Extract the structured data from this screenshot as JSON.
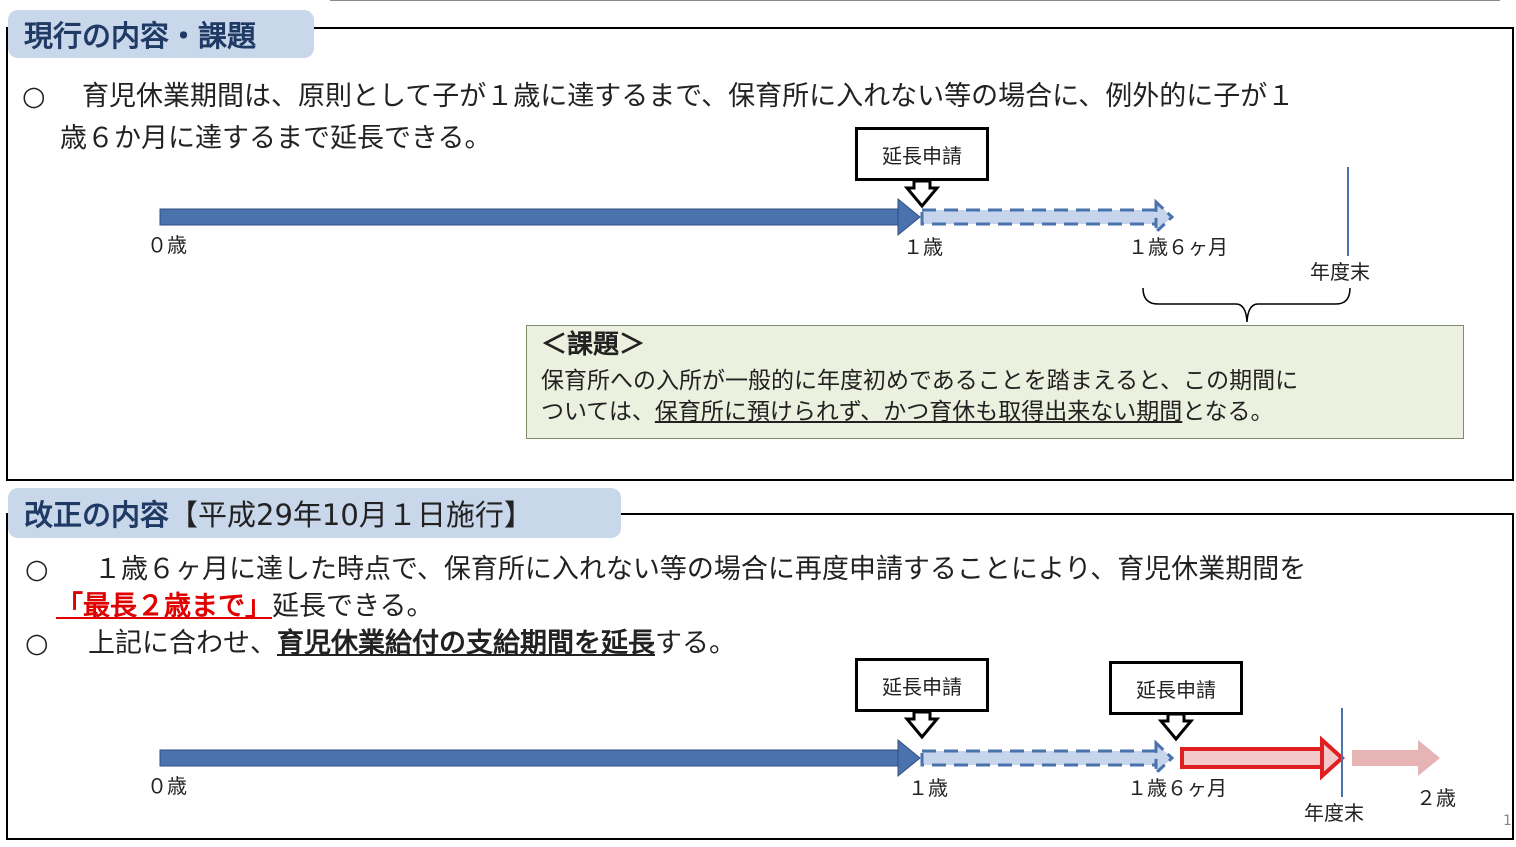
{
  "current": {
    "tab_title": "現行の内容・課題",
    "bullet_mark": "○",
    "bullet_line1": "育児休業期間は、原則として子が１歳に達するまで、保育所に入れない等の場合に、例外的に子が１",
    "bullet_line2": "歳６か月に達するまで延長できる。",
    "callout": "延長申請",
    "label_0": "０歳",
    "label_1": "１歳",
    "label_18": "１歳６ヶ月",
    "label_fy": "年度末",
    "issue": {
      "title": "＜課題＞",
      "line1": "保育所への入所が一般的に年度初めであることを踏まえると、この期間に",
      "line2_a": "ついては、",
      "line2_u": "保育所に預けられず、かつ育休も取得出来ない期間",
      "line2_b": "となる。"
    }
  },
  "revision": {
    "tab_title": "改正の内容",
    "tab_rest": "【平成29年10月１日施行】",
    "bullet_mark": "○",
    "bullet1_line1": "１歳６ヶ月に達した時点で、保育所に入れない等の場合に再度申請することにより、育児休業期間を",
    "bullet1_red": "「最長２歳まで」",
    "bullet1_tail": "延長できる。",
    "bullet2_a": "上記に合わせ、",
    "bullet2_bold": "育児休業給付の支給期間を延長",
    "bullet2_b": "する。",
    "callout_1": "延長申請",
    "callout_2": "延長申請",
    "label_0": "０歳",
    "label_1": "１歳",
    "label_18": "１歳６ヶ月",
    "label_fy": "年度末",
    "label_2": "２歳"
  },
  "page_number": "1",
  "colors": {
    "tab_bg": "#c9d7ea",
    "tab_text": "#1f3a64",
    "arrow_solid": "#4a72ac",
    "arrow_dashed_fill": "#c7d5ec",
    "arrow_red": "#e02020",
    "arrow_pink": "#e6b4b4",
    "issue_bg": "#ebf1de",
    "emphasis_red": "#e00000"
  }
}
